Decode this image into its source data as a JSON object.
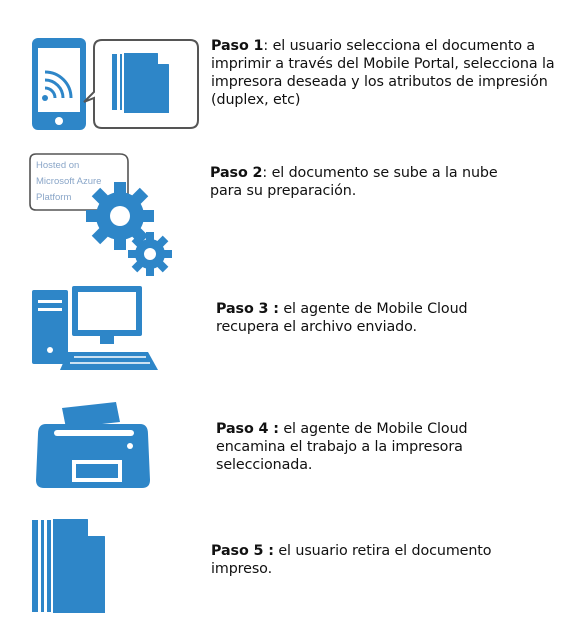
{
  "colors": {
    "accent": "#2e86c8",
    "text": "#111111",
    "badge_text": "#8aa6c8"
  },
  "steps": [
    {
      "icon": "phone-send-document-icon",
      "label": "Paso 1",
      "text": ": el usuario selecciona el documento a imprimir a través del Mobile Portal, selecciona la impresora deseada y los atributos de impresión (duplex, etc)"
    },
    {
      "icon": "cloud-gears-icon",
      "badge": [
        "Hosted on",
        "Microsoft Azure",
        "Platform"
      ],
      "label": "Paso 2",
      "text": ": el documento se sube a la nube para su preparación."
    },
    {
      "icon": "computer-icon",
      "label": "Paso 3 :",
      "text": " el agente de Mobile Cloud recupera el archivo enviado."
    },
    {
      "icon": "printer-icon",
      "label": "Paso 4 :",
      "text": " el agente de Mobile Cloud encamina el trabajo a la impresora seleccionada."
    },
    {
      "icon": "documents-icon",
      "label": "Paso 5 :",
      "text": " el usuario retira el documento impreso."
    }
  ]
}
